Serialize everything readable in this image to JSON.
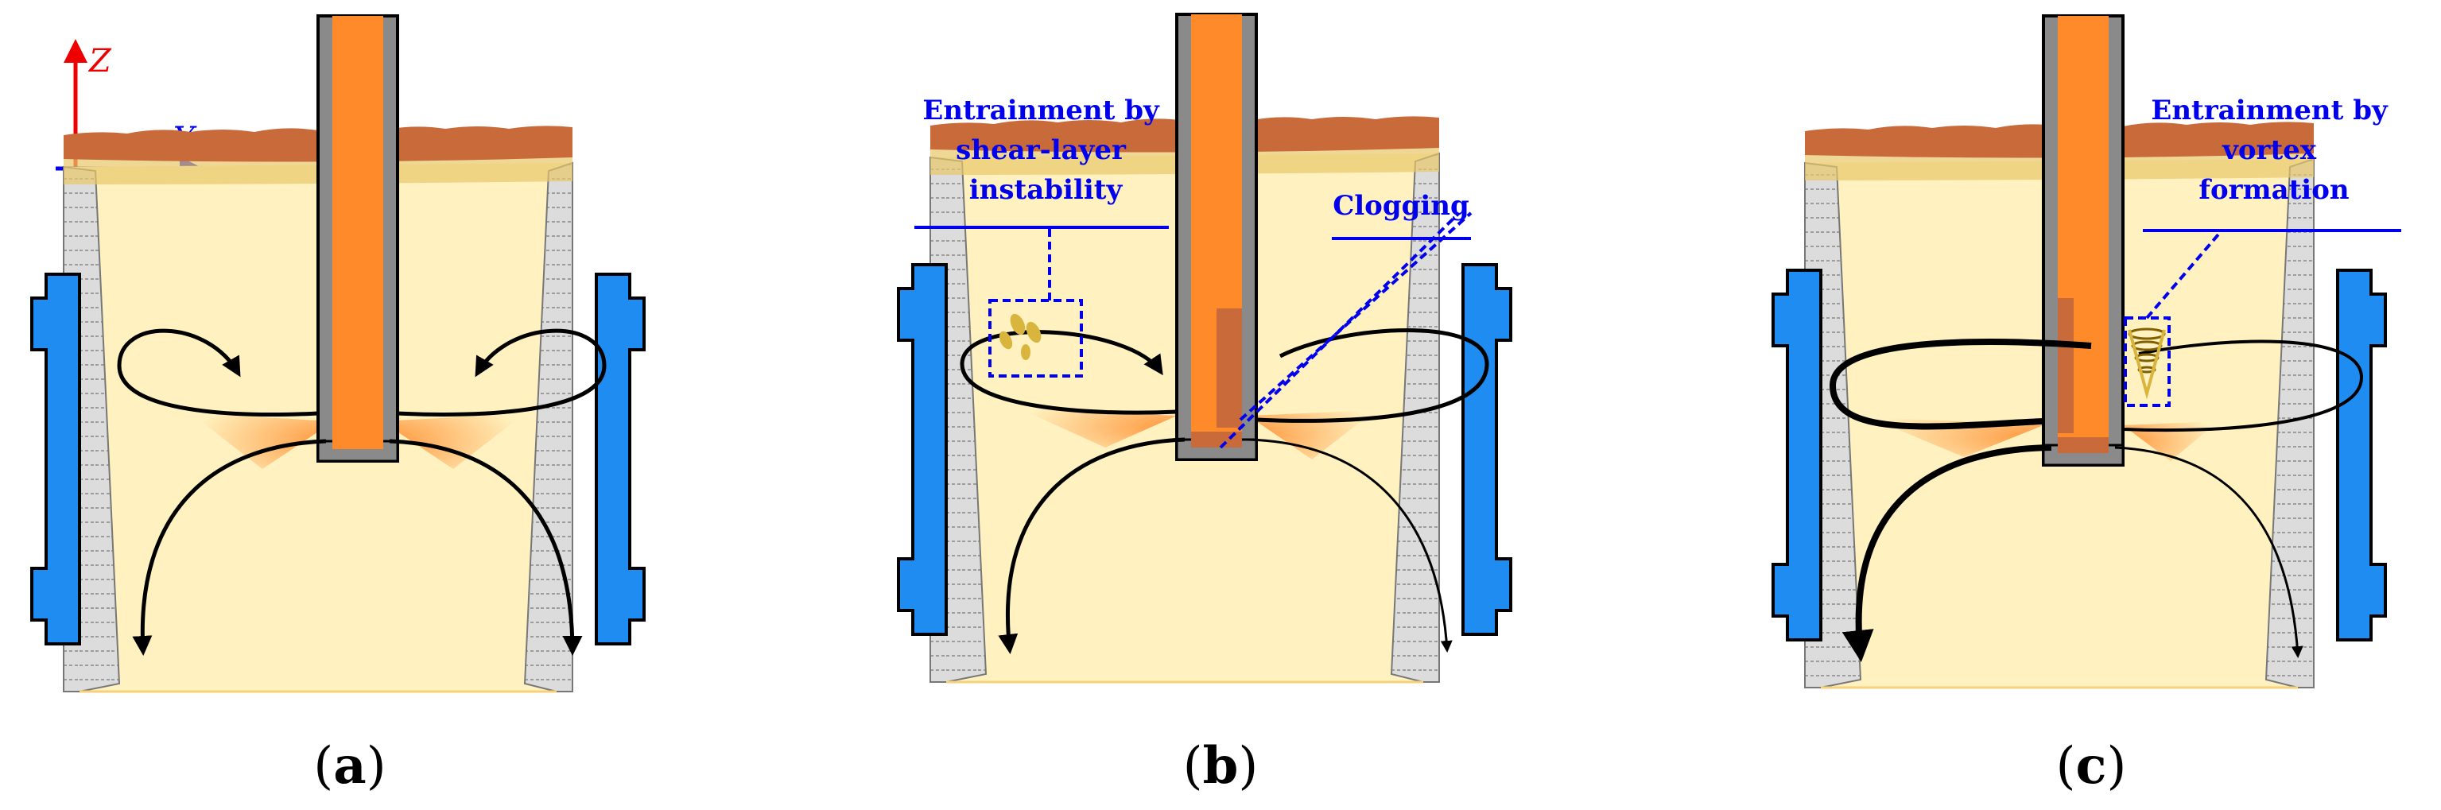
{
  "colors": {
    "steel": "#FFF2C0",
    "steel_edge": "#F5D27A",
    "mold_plate": "#1E8CF0",
    "slag": "#C96A3B",
    "nozzle_wall": "#8A8A8A",
    "jet": "#FF8A2A",
    "annotation": "#0000EE",
    "z_axis": "#EE0000",
    "y_axis": "#0000EE"
  },
  "axes": {
    "z_label": "Z",
    "y_label": "Y"
  },
  "panels": [
    {
      "caption": {
        "open": "(",
        "letter": "a",
        "close": ")"
      },
      "annotations": []
    },
    {
      "caption": {
        "open": "(",
        "letter": "b",
        "close": ")"
      },
      "annotations": [
        {
          "lines": [
            "Entrainment by",
            "shear-layer",
            "instability"
          ]
        },
        {
          "lines": [
            "Clogging"
          ]
        }
      ]
    },
    {
      "caption": {
        "open": "(",
        "letter": "c",
        "close": ")"
      },
      "annotations": [
        {
          "lines": [
            "Entrainment by",
            "vortex",
            "formation"
          ]
        }
      ]
    }
  ]
}
